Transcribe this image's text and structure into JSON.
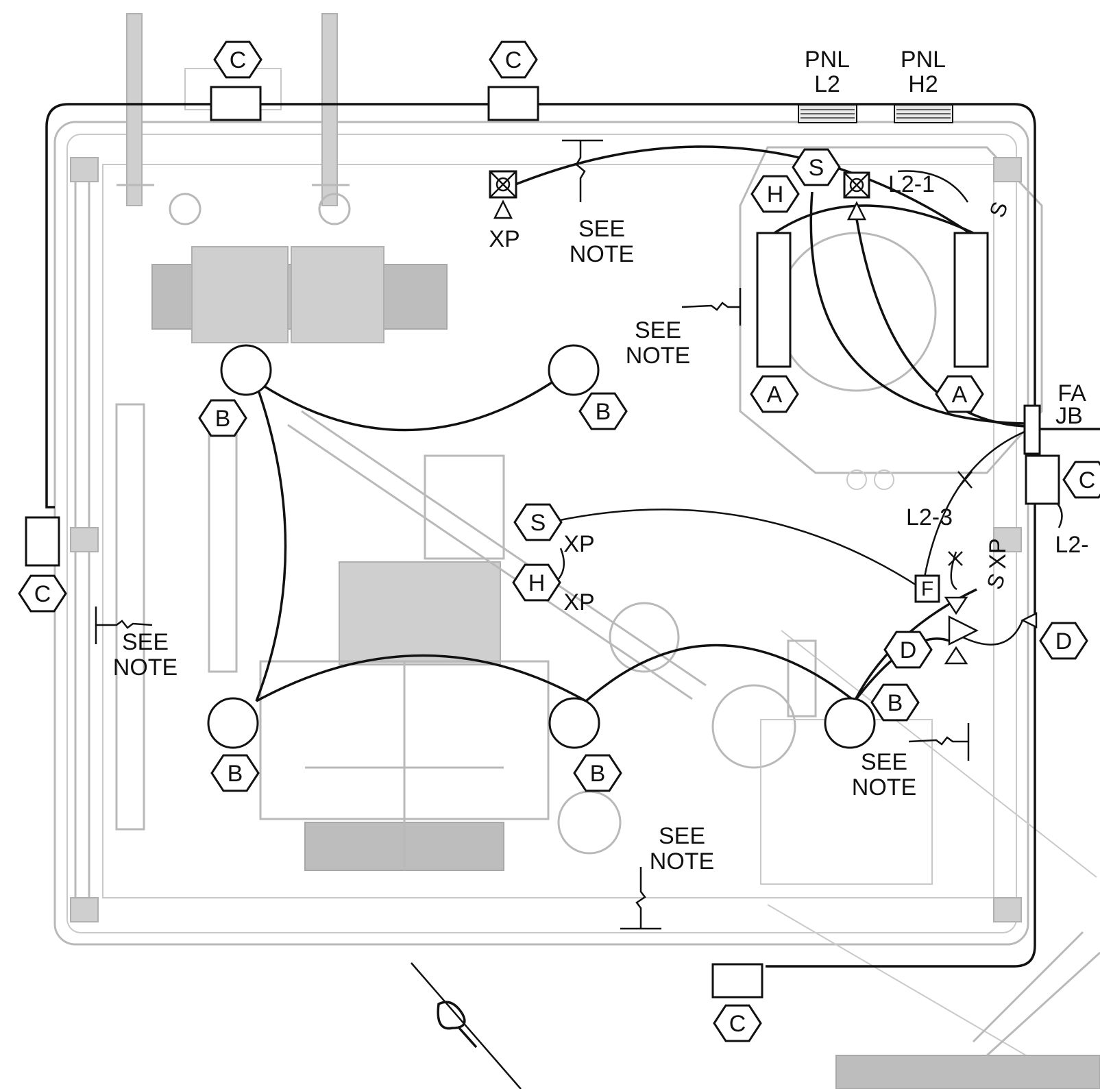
{
  "panels": [
    {
      "line1": "PNL",
      "line2": "L2"
    },
    {
      "line1": "PNL",
      "line2": "H2"
    }
  ],
  "tags": {
    "C": "C",
    "B": "B",
    "A": "A",
    "H": "H",
    "S": "S",
    "D": "D",
    "F": "F"
  },
  "labels": {
    "xp": "XP",
    "see": "SEE",
    "note": "NOTE",
    "circuit_l2_1": "L2-1",
    "circuit_l2_3": "L2-3",
    "circuit_l2_partial": "L2-",
    "fa": "FA",
    "jb": "JB"
  }
}
